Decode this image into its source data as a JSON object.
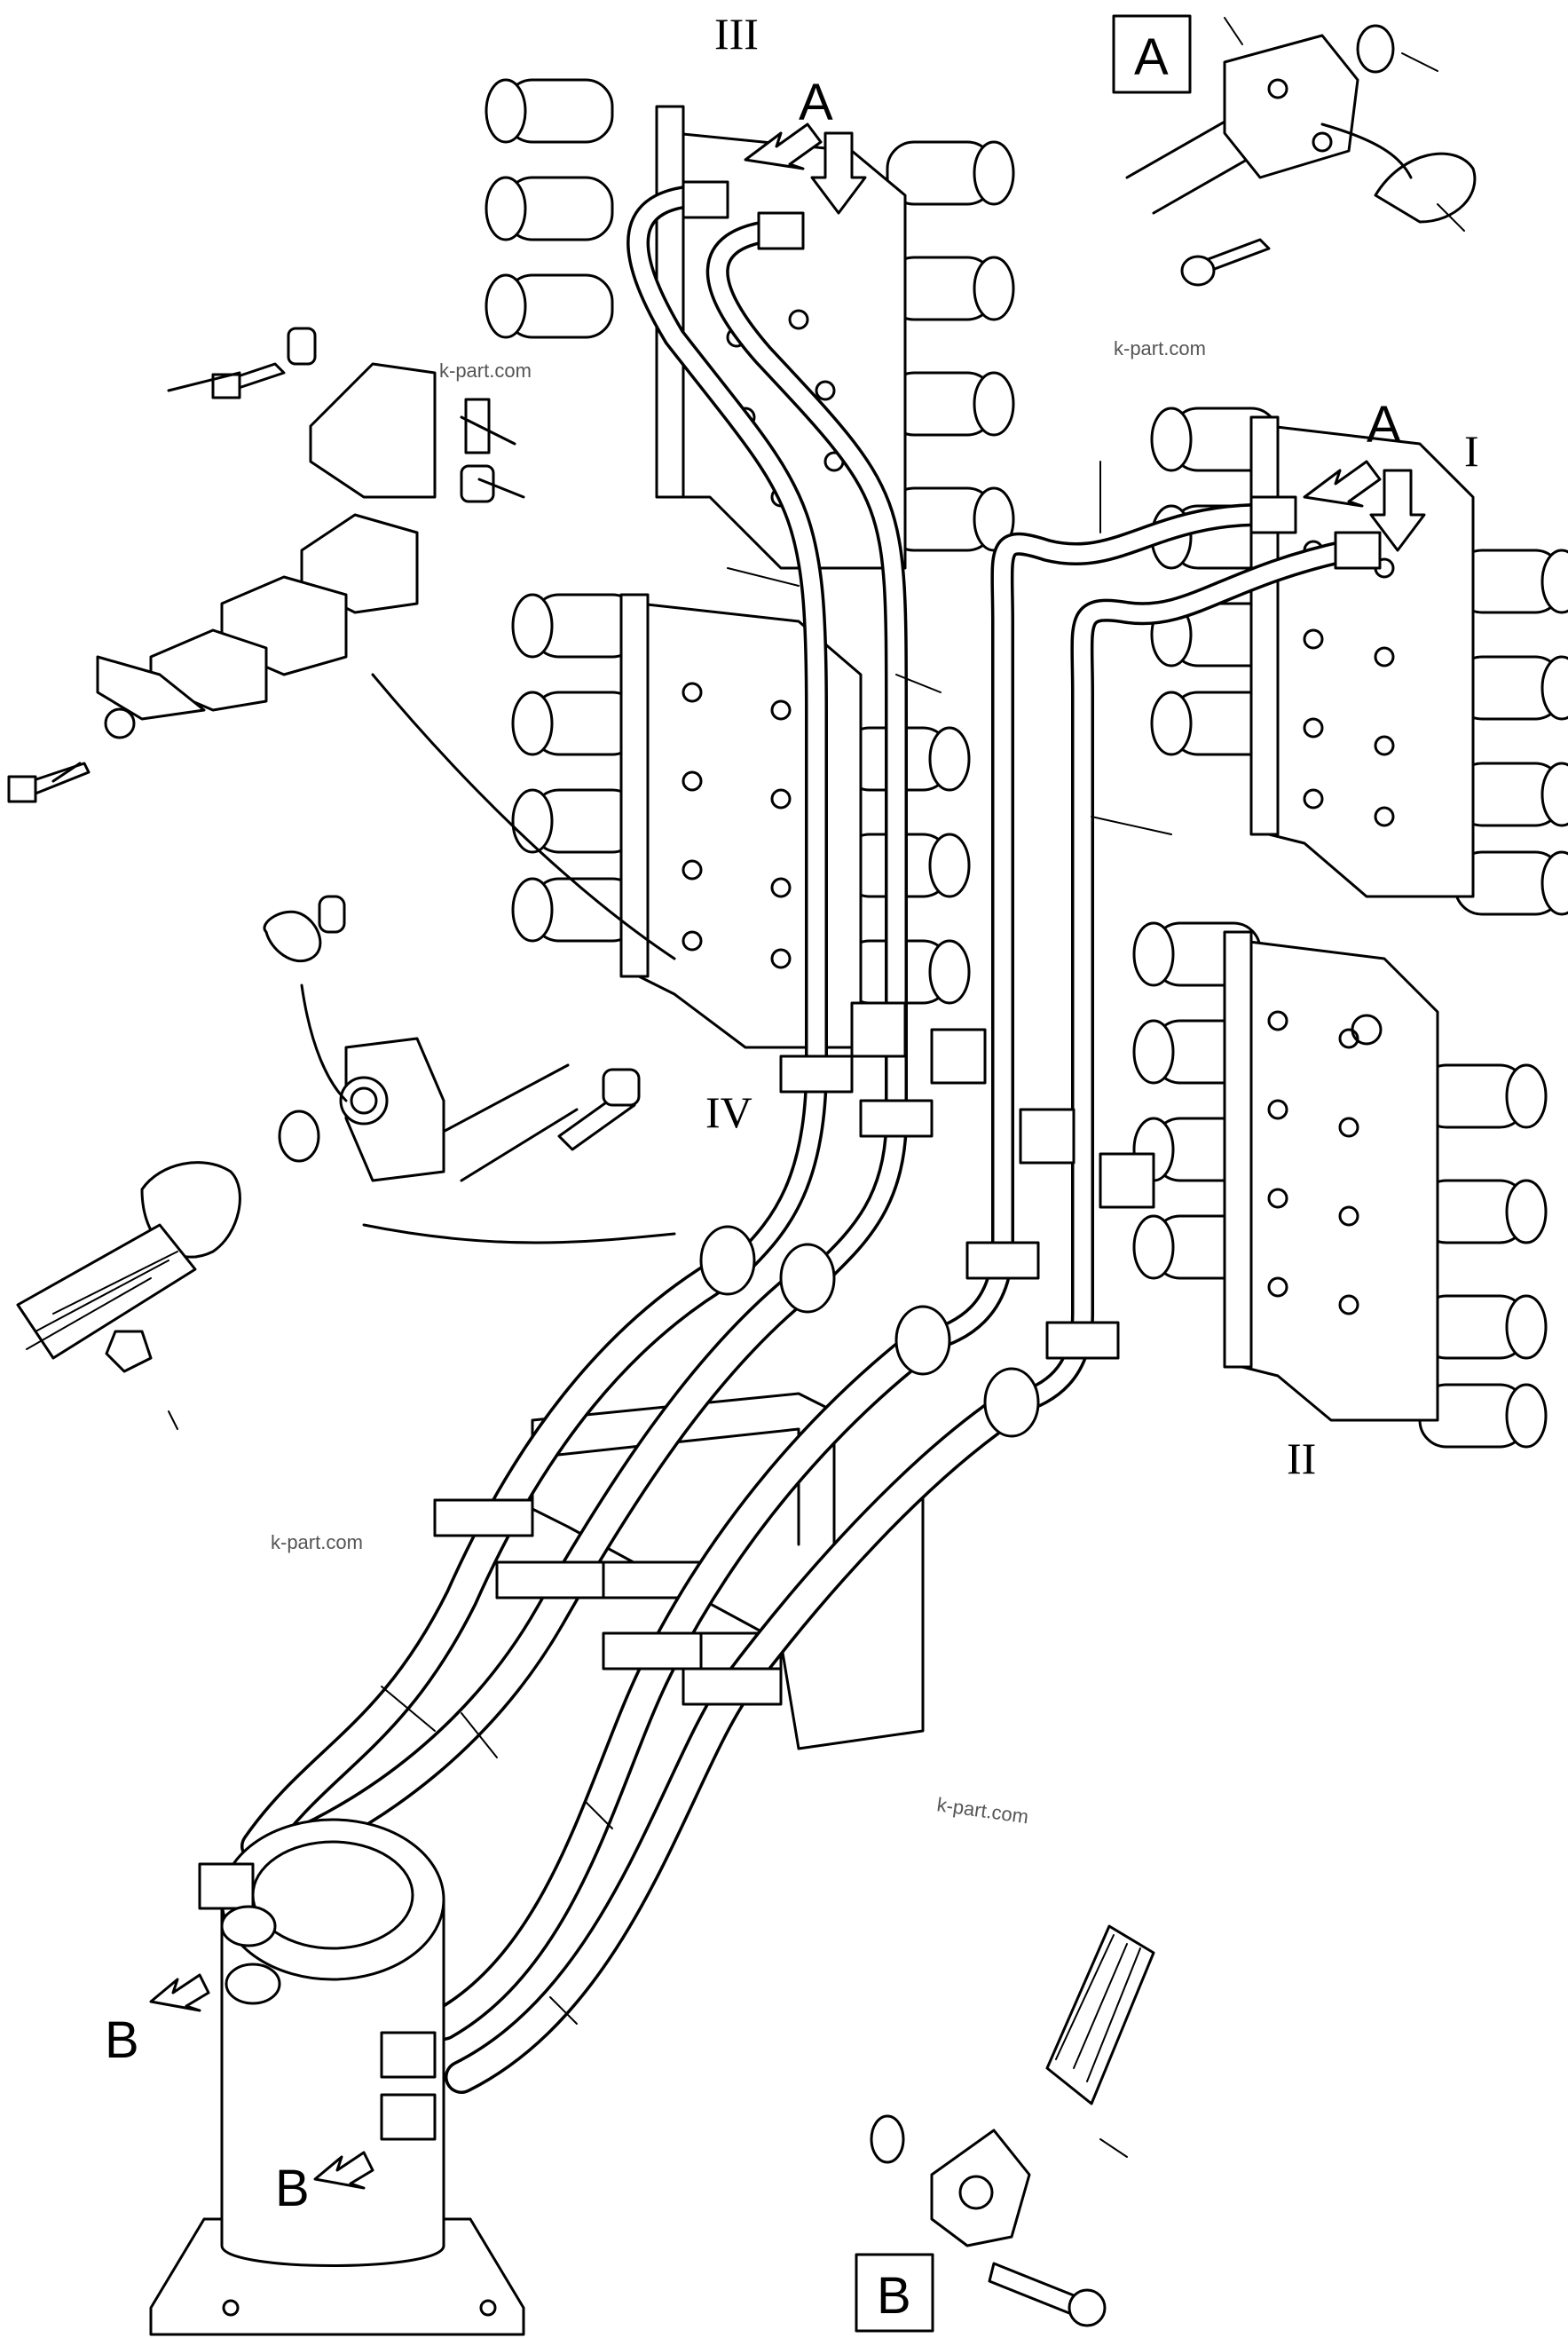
{
  "diagram": {
    "detail_labels": {
      "box_a": "A",
      "box_b": "B"
    },
    "view_arrow_labels": {
      "valve_iii_a": "A",
      "valve_i_a": "A",
      "swivel_b_upper": "B",
      "swivel_b_lower": "B"
    },
    "valve_labels": {
      "valve_iii": "III",
      "valve_i": "I",
      "valve_iv": "IV",
      "valve_ii": "II"
    },
    "watermarks": [
      "k-part.com",
      "k-part.com",
      "k-part.com",
      "k-part.com"
    ],
    "colors": {
      "line": "#000000",
      "background": "#ffffff",
      "watermark": "#555555"
    }
  }
}
